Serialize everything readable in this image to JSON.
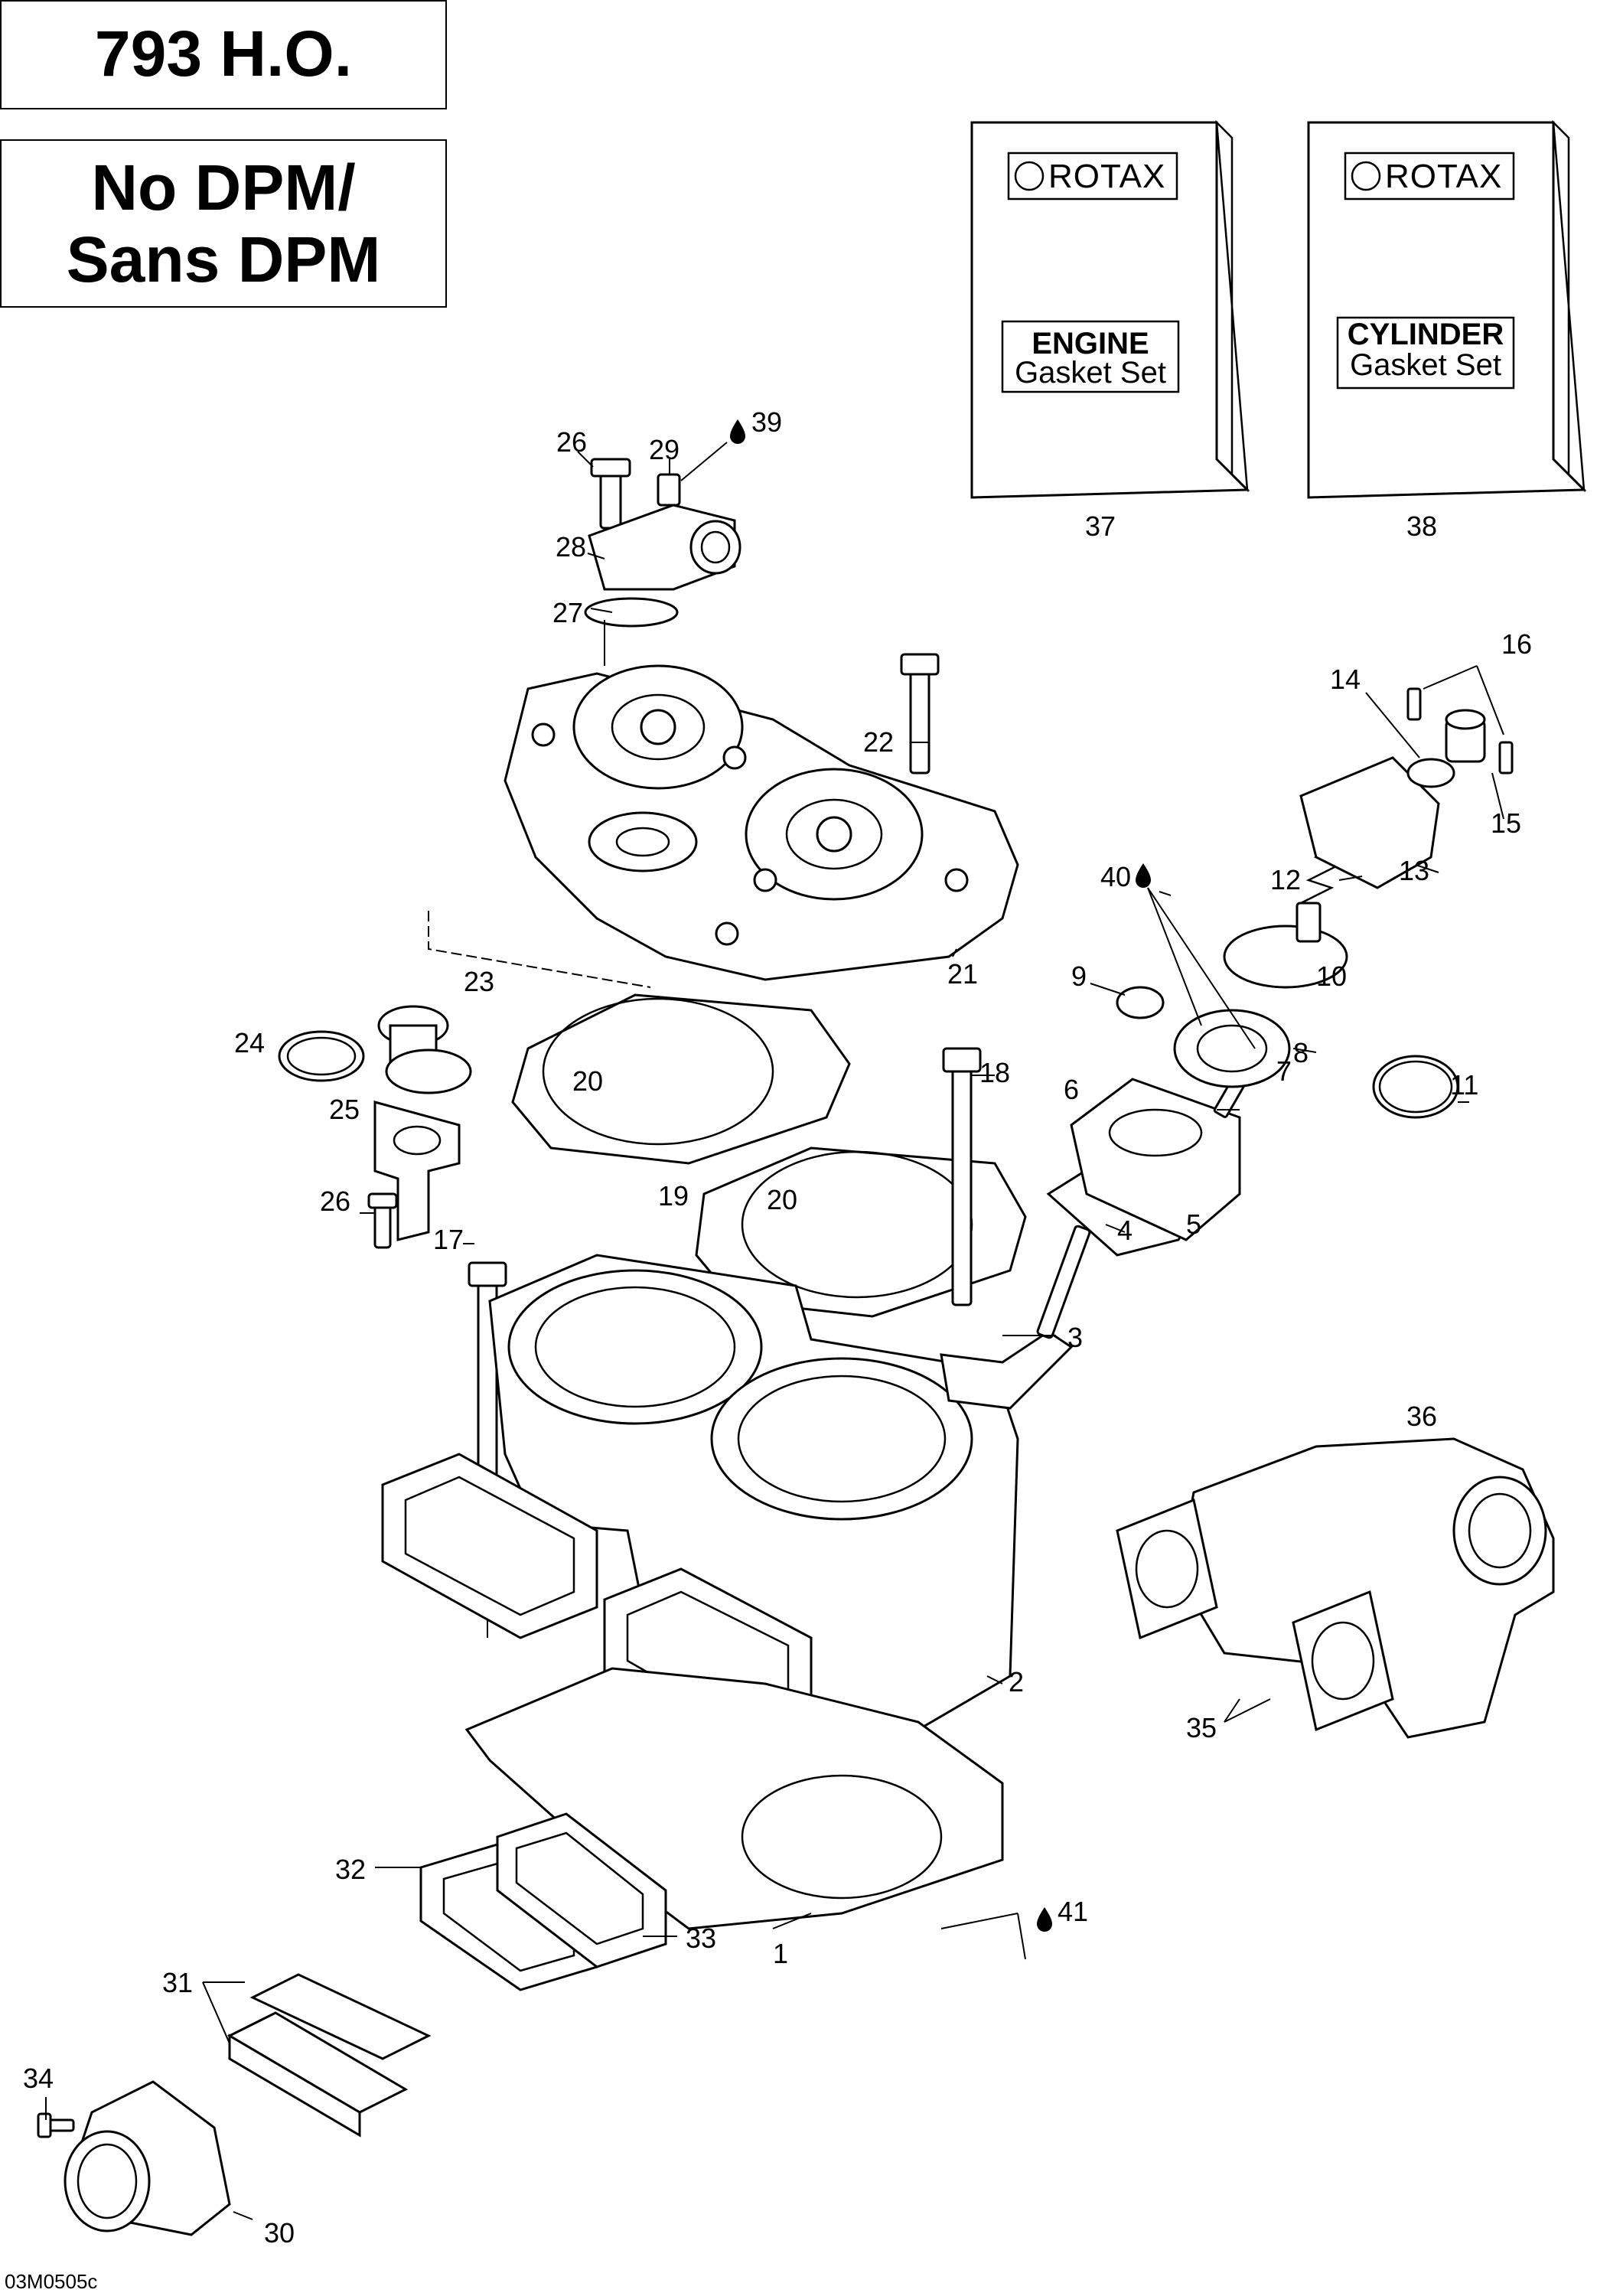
{
  "header": {
    "engine_model": "793 H.O.",
    "variant_line1": "No DPM/",
    "variant_line2": "Sans DPM"
  },
  "kits": [
    {
      "brand": "ROTAX",
      "title": "ENGINE",
      "subtitle": "Gasket Set",
      "number": "37"
    },
    {
      "brand": "ROTAX",
      "title": "CYLINDER",
      "subtitle": "Gasket Set",
      "number": "38"
    }
  ],
  "callouts": {
    "c1": "1",
    "c2": "2",
    "c3": "3",
    "c4": "4",
    "c5": "5",
    "c6": "6",
    "c7": "7",
    "c8": "8",
    "c9": "9",
    "c10": "10",
    "c11": "11",
    "c12": "12",
    "c13": "13",
    "c14": "14",
    "c15": "15",
    "c16": "16",
    "c17": "17",
    "c18": "18",
    "c19": "19",
    "c20a": "20",
    "c20b": "20",
    "c21": "21",
    "c22": "22",
    "c23": "23",
    "c24": "24",
    "c25": "25",
    "c26a": "26",
    "c26b": "26",
    "c27": "27",
    "c28": "28",
    "c29": "29",
    "c30": "30",
    "c31": "31",
    "c32": "32",
    "c33": "33",
    "c34": "34",
    "c35": "35",
    "c36": "36",
    "c39": "39",
    "c40": "40",
    "c41": "41"
  },
  "figure_code": "03M0505c"
}
